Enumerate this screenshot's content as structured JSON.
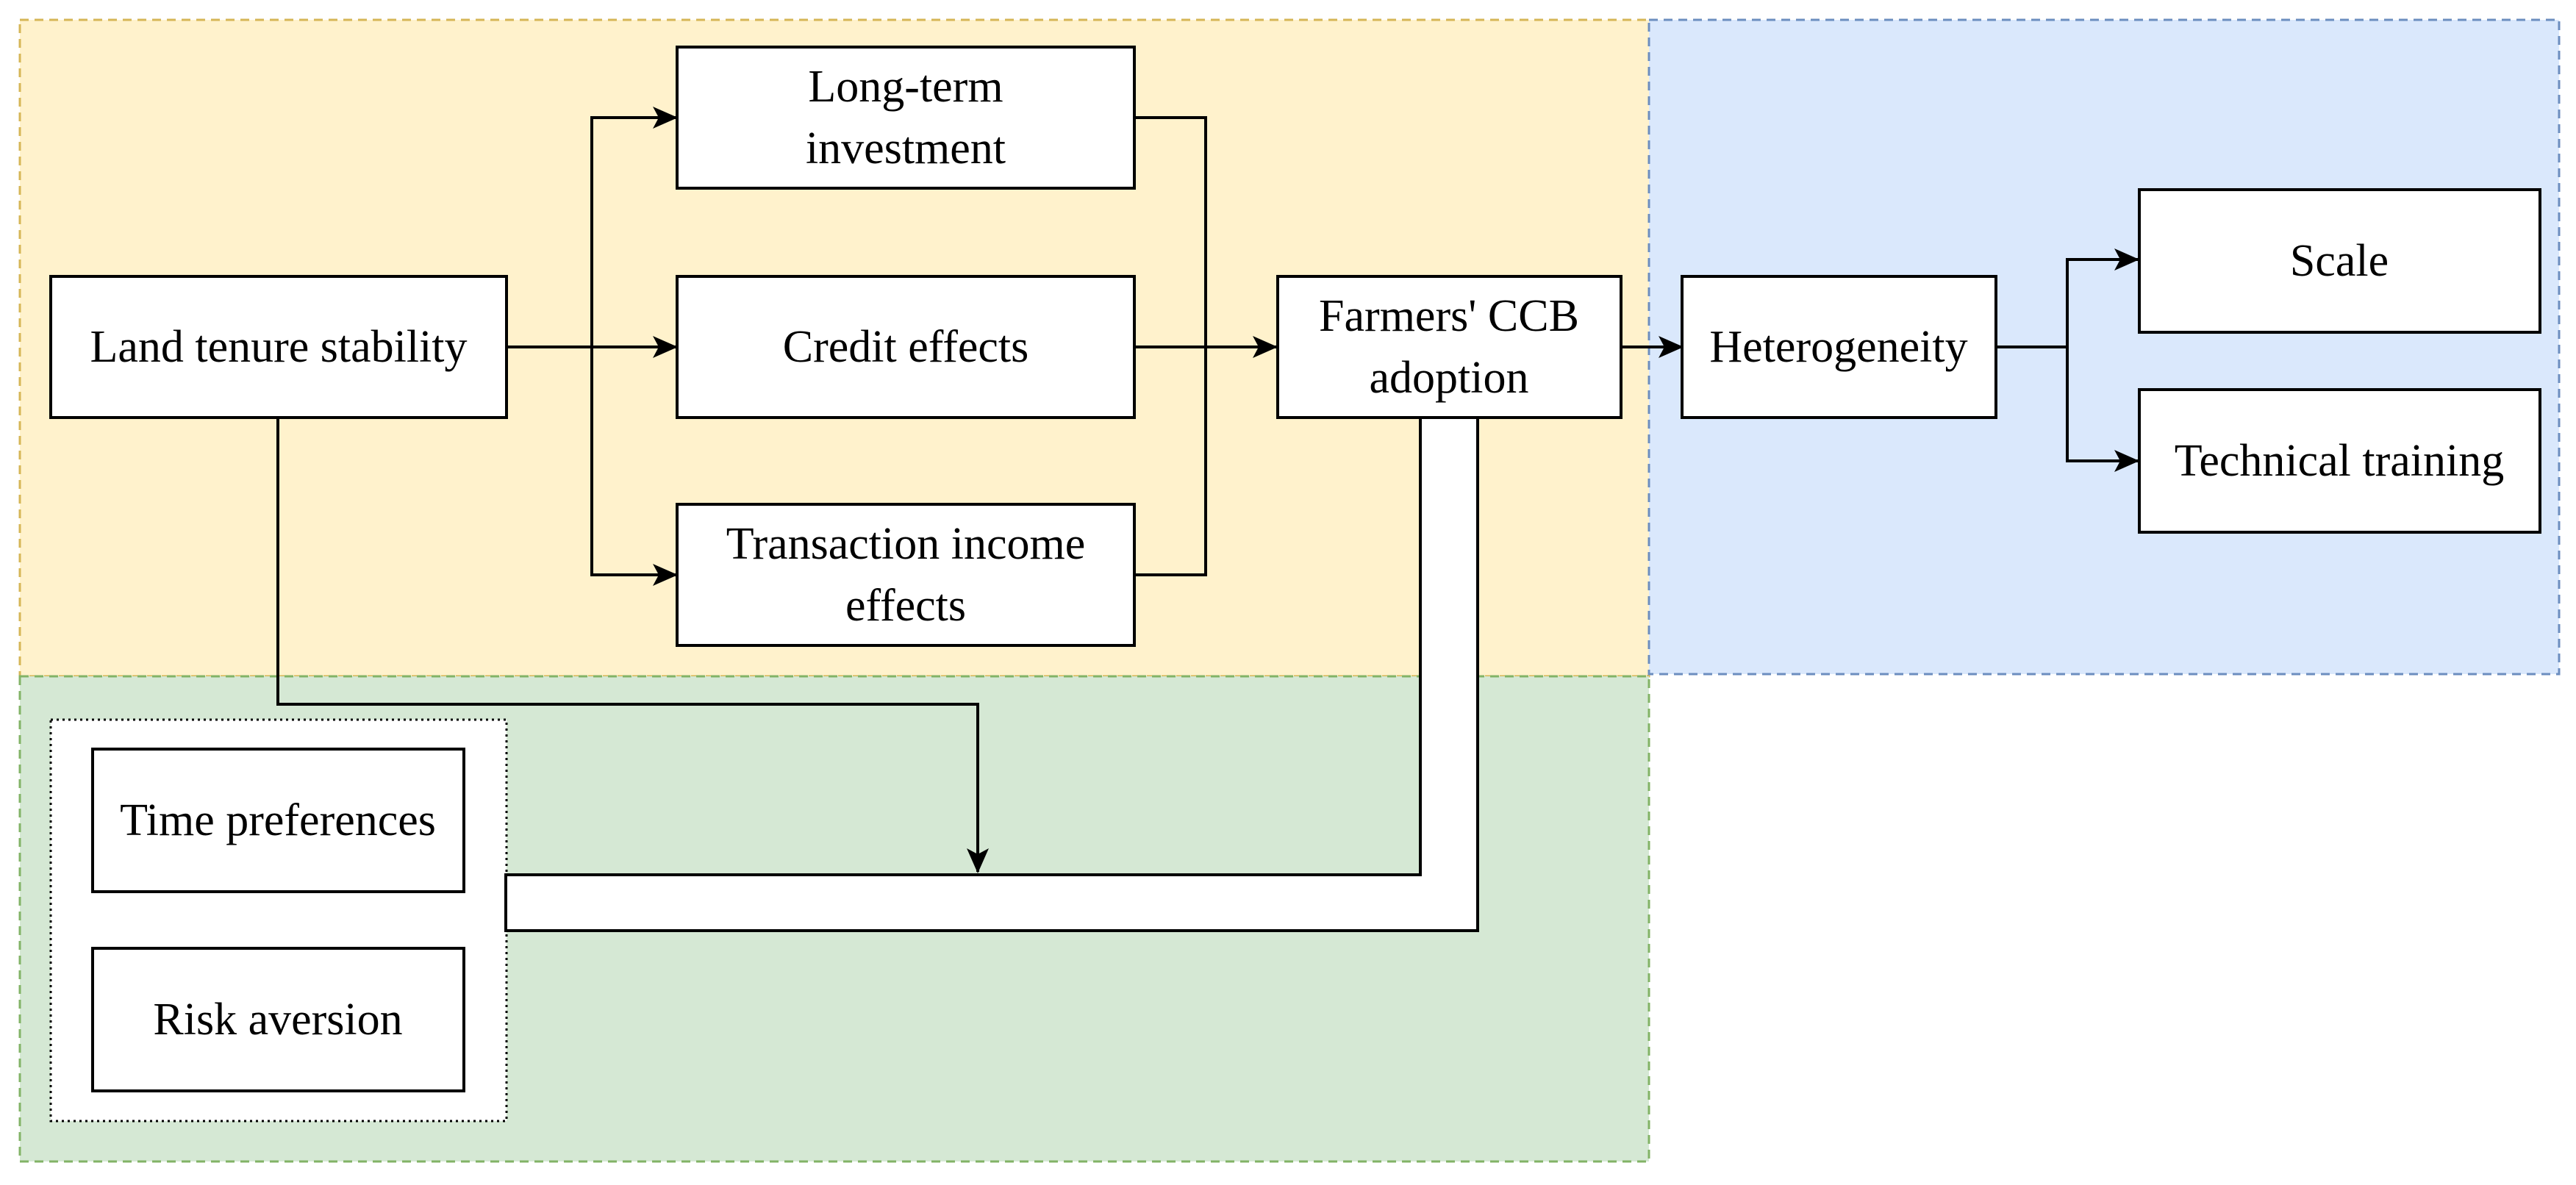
{
  "colors": {
    "region_mechanism_fill": "#fff2cc",
    "region_mechanism_border": "#d6b656",
    "region_heterogeneity_fill": "#dae8fc",
    "region_heterogeneity_border": "#6c8ebf",
    "region_moderation_fill": "#d5e8d4",
    "region_moderation_border": "#82b366",
    "box_stroke": "#000000",
    "box_fill": "#ffffff"
  },
  "nodes": {
    "land_tenure": {
      "lines": [
        "Land tenure stability"
      ]
    },
    "long_term": {
      "lines": [
        "Long-term",
        "investment"
      ]
    },
    "credit": {
      "lines": [
        "Credit effects"
      ]
    },
    "transaction": {
      "lines": [
        "Transaction income",
        "effects"
      ]
    },
    "ccb": {
      "lines": [
        "Farmers' CCB",
        "adoption"
      ]
    },
    "heterogeneity": {
      "lines": [
        "Heterogeneity"
      ]
    },
    "scale": {
      "lines": [
        "Scale"
      ]
    },
    "technical": {
      "lines": [
        "Technical training"
      ]
    },
    "time_pref": {
      "lines": [
        "Time preferences"
      ]
    },
    "risk": {
      "lines": [
        "Risk aversion"
      ]
    }
  }
}
